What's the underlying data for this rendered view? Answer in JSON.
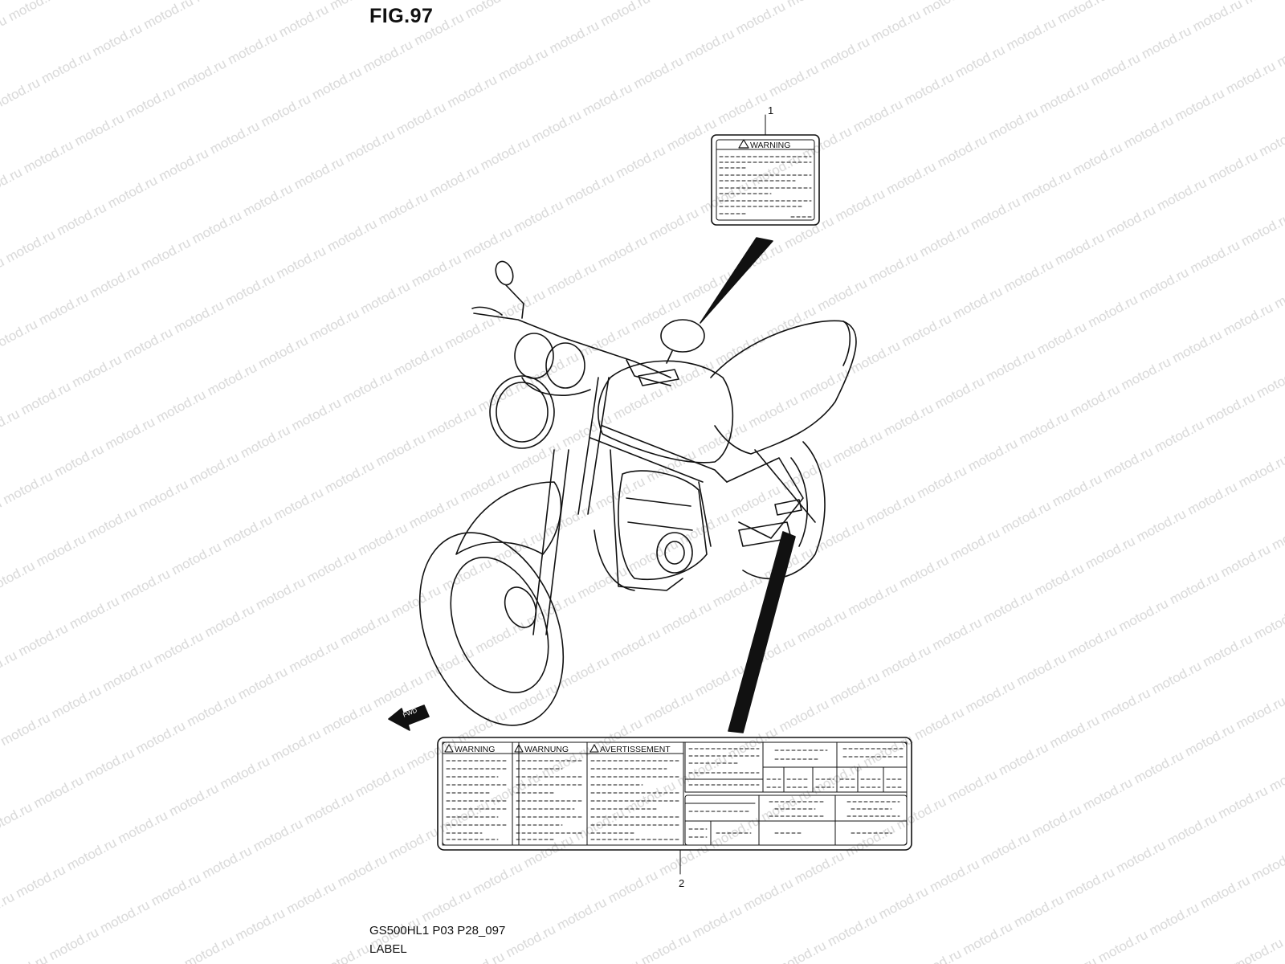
{
  "figure": {
    "title": "FIG.97"
  },
  "callouts": {
    "label_1": "1",
    "label_2": "2"
  },
  "label1": {
    "heading": "WARNING"
  },
  "label2": {
    "col1_heading": "WARNING",
    "col2_heading": "WARNUNG",
    "col3_heading": "AVERTISSEMENT"
  },
  "fwd_marker": {
    "text": "FWD"
  },
  "footer": {
    "model_code": "GS500HL1 P03 P28_097",
    "section": "LABEL"
  },
  "watermark": {
    "text": "motod.ru"
  },
  "colors": {
    "line": "#111111",
    "watermark": "#d6d6d6"
  }
}
